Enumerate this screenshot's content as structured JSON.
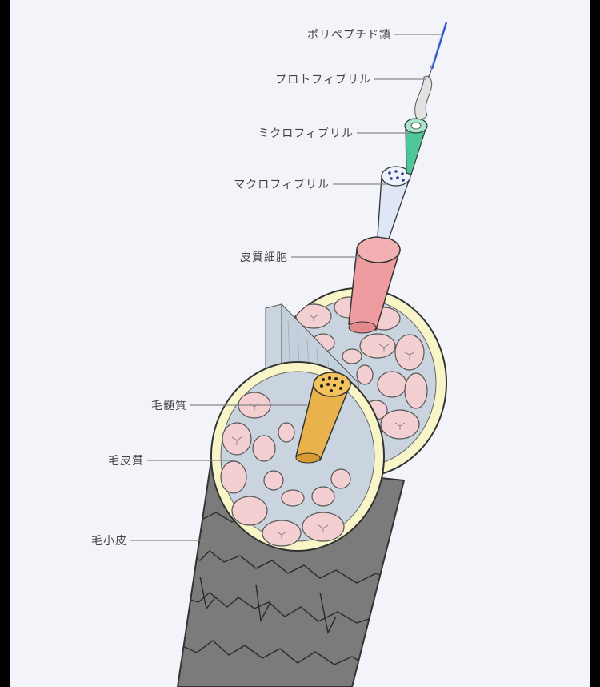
{
  "labels": {
    "polypeptide": "ポリペプチド鎖",
    "protofibril": "プロトフィブリル",
    "microfibril": "ミクロフィブリル",
    "macrofibril": "マクロフィブリル",
    "cortical_cell": "皮質細胞",
    "medulla": "毛髄質",
    "cortex": "毛皮質",
    "cuticle": "毛小皮"
  },
  "colors": {
    "background": "#f2f4fa",
    "frame": "#000000",
    "cuticle_shaft": "#7b7b7b",
    "cuticle_rim": "#f8f5c8",
    "cortex_matrix": "#c9d4de",
    "cortex_cells": "#f4cfd1",
    "medulla": "#e9b24c",
    "cortical_cell": "#ef9ca0",
    "macrofibril": "#dfe6f5",
    "microfibril": "#4fc79a",
    "protofibril": "#e2e2e2",
    "polypeptide": "#2e55c8",
    "leader_line": "#888888"
  }
}
